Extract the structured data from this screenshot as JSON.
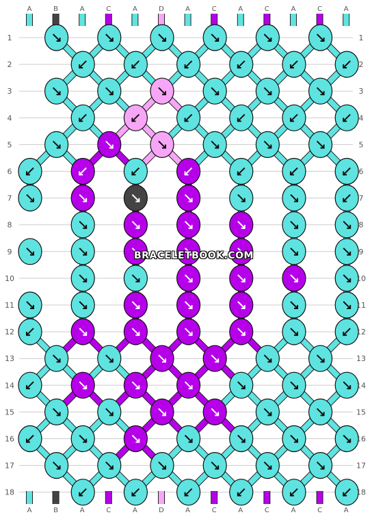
{
  "strands_top": [
    {
      "letter": "A",
      "color": "#5ee3e0"
    },
    {
      "letter": "B",
      "color": "#444444"
    },
    {
      "letter": "A",
      "color": "#5ee3e0"
    },
    {
      "letter": "C",
      "color": "#b600ea"
    },
    {
      "letter": "A",
      "color": "#5ee3e0"
    },
    {
      "letter": "D",
      "color": "#f7a6f7"
    },
    {
      "letter": "A",
      "color": "#5ee3e0"
    },
    {
      "letter": "C",
      "color": "#b600ea"
    },
    {
      "letter": "A",
      "color": "#5ee3e0"
    },
    {
      "letter": "C",
      "color": "#b600ea"
    },
    {
      "letter": "A",
      "color": "#5ee3e0"
    },
    {
      "letter": "C",
      "color": "#b600ea"
    },
    {
      "letter": "A",
      "color": "#5ee3e0"
    }
  ],
  "strands_bottom": [
    {
      "letter": "A",
      "color": "#5ee3e0"
    },
    {
      "letter": "B",
      "color": "#444444"
    },
    {
      "letter": "A",
      "color": "#5ee3e0"
    },
    {
      "letter": "C",
      "color": "#b600ea"
    },
    {
      "letter": "A",
      "color": "#5ee3e0"
    },
    {
      "letter": "D",
      "color": "#f7a6f7"
    },
    {
      "letter": "A",
      "color": "#5ee3e0"
    },
    {
      "letter": "C",
      "color": "#b600ea"
    },
    {
      "letter": "A",
      "color": "#5ee3e0"
    },
    {
      "letter": "C",
      "color": "#b600ea"
    },
    {
      "letter": "A",
      "color": "#5ee3e0"
    },
    {
      "letter": "C",
      "color": "#b600ea"
    },
    {
      "letter": "A",
      "color": "#5ee3e0"
    }
  ],
  "row_labels": [
    "1",
    "2",
    "3",
    "4",
    "5",
    "6",
    "7",
    "8",
    "9",
    "10",
    "11",
    "12",
    "13",
    "14",
    "15",
    "16",
    "17",
    "18"
  ],
  "colors": {
    "A": "#5ee3e0",
    "B": "#444444",
    "C": "#b600ea",
    "D": "#f7a6f7"
  },
  "knots": [
    "AAAAAA",
    "AAAAAA",
    "AADAAA",
    "ADAAAA",
    "ACDAAA",
    "ACACAAA",
    "ACBCAAA",
    "ACCCAA",
    "AACCCAA",
    "AACCCA",
    "AACCCAA",
    "ACCCCAA",
    "AACCAA",
    "ACCCAAA",
    "AACCAA",
    "AACAAAA",
    "AAAAAA",
    "AAAAAA"
  ],
  "arrows": [
    "ssssss",
    "bbbbbb",
    "ssssss",
    "bbbbbb",
    "ssssss",
    "bbbbbbb",
    "ssssssb",
    "ssssss",
    "sssssss",
    "ssssss",
    "sssssss",
    "bsssssb",
    "ssssss",
    "bssssss",
    "ssssss",
    "bssssss",
    "ssssss",
    "bbbbbb"
  ],
  "watermark": "BRACELETBOOK.COM"
}
